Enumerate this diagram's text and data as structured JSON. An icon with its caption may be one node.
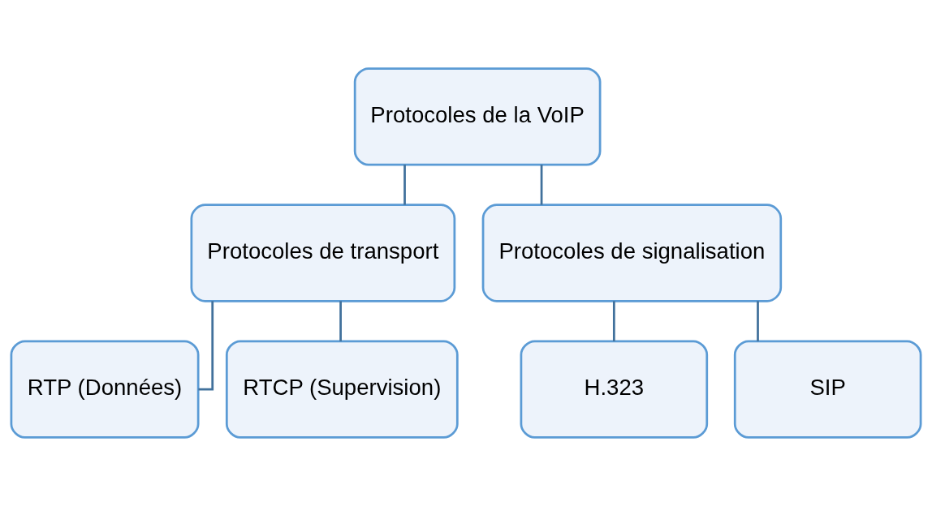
{
  "diagram": {
    "nodes": [
      {
        "text": [
          "Protocoles de la VoIP"
        ]
      },
      {
        "text": [
          "Protocoles de transport"
        ]
      },
      {
        "text": [
          "Protocoles de signalisation"
        ]
      },
      {
        "text": [
          "RTP (Données)"
        ]
      },
      {
        "text": [
          "RTCP (Supervision)"
        ]
      },
      {
        "text": [
          "H.323"
        ]
      },
      {
        "text": [
          "SIP"
        ]
      }
    ],
    "edges": [
      {
        "from": 0,
        "to": 1,
        "arrow": "none"
      },
      {
        "from": 0,
        "to": 2,
        "arrow": "none"
      },
      {
        "from": 1,
        "to": 3,
        "arrow": "none"
      },
      {
        "from": 1,
        "to": 4,
        "arrow": "none"
      },
      {
        "from": 2,
        "to": 5,
        "arrow": "none"
      },
      {
        "from": 2,
        "to": 6,
        "arrow": "none"
      }
    ]
  }
}
